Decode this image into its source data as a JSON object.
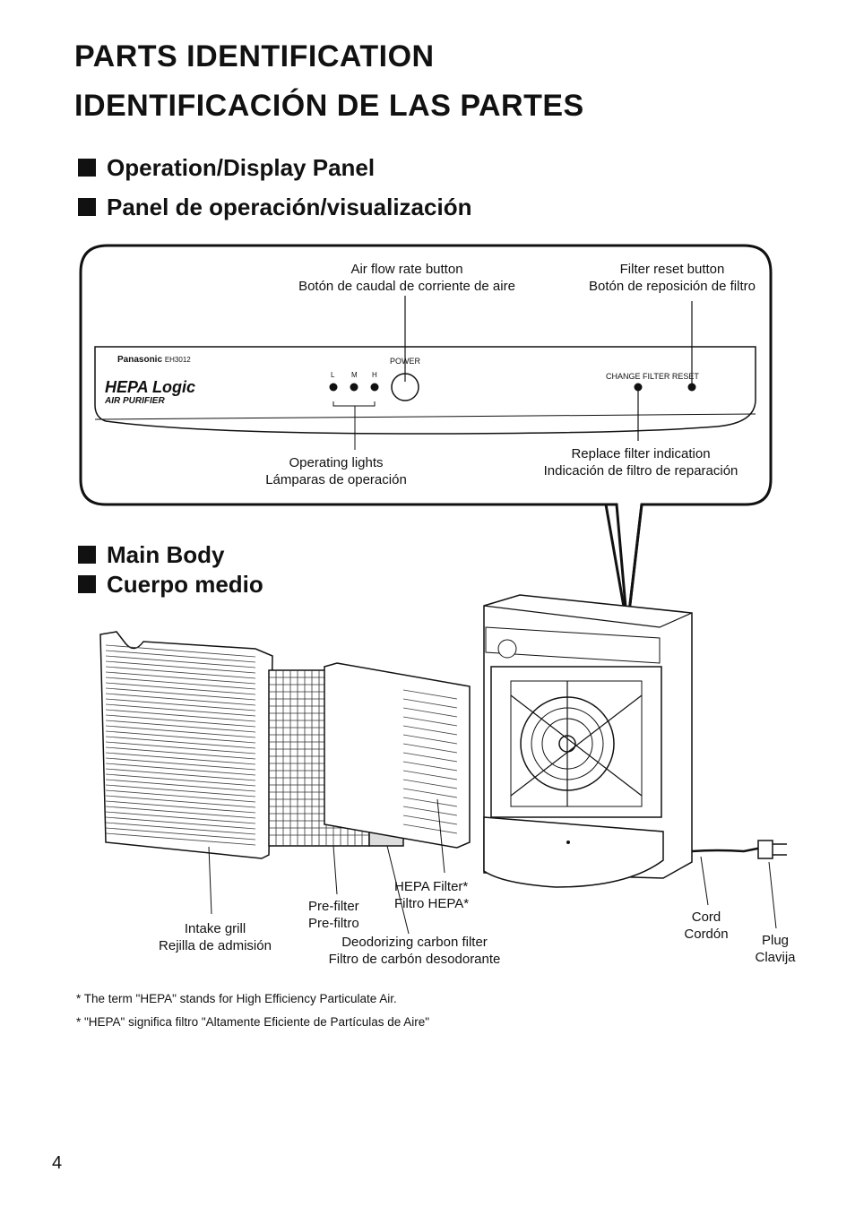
{
  "titles": {
    "main_en": "PARTS IDENTIFICATION",
    "main_es": "IDENTIFICACIÓN DE LAS PARTES"
  },
  "sections": {
    "panel_en": "Operation/Display Panel",
    "panel_es": "Panel de operación/visualización",
    "body_en": "Main Body",
    "body_es": "Cuerpo medio"
  },
  "panel": {
    "brand": "Panasonic",
    "model": "EH3012",
    "logo_line1": "HEPA Logic",
    "logo_line2": "AIR PURIFIER",
    "power": "POWER",
    "l": "L",
    "m": "M",
    "h": "H",
    "change_filter_reset": "CHANGE FILTER RESET"
  },
  "callouts": {
    "air_flow_en": "Air flow rate button",
    "air_flow_es": "Botón de caudal de corriente de aire",
    "filter_reset_en": "Filter reset button",
    "filter_reset_es": "Botón de reposición de filtro",
    "operating_lights_en": "Operating lights",
    "operating_lights_es": "Lámparas de operación",
    "replace_filter_en": "Replace filter indication",
    "replace_filter_es": "Indicación de filtro de reparación"
  },
  "parts": {
    "hepa_en": "HEPA Filter*",
    "hepa_es": "Filtro HEPA*",
    "prefilter_en": "Pre-filter",
    "prefilter_es": "Pre-filtro",
    "intake_en": "Intake grill",
    "intake_es": "Rejilla de admisión",
    "carbon_en": "Deodorizing carbon filter",
    "carbon_es": "Filtro de carbón desodorante",
    "cord_en": "Cord",
    "cord_es": "Cordón",
    "plug_en": "Plug",
    "plug_es": "Clavija"
  },
  "footnotes": {
    "en": "* The term \"HEPA\" stands for High Efficiency Particulate Air.",
    "es": "* \"HEPA\" significa filtro \"Altamente Eficiente de Partículas de Aire\""
  },
  "page_number": "4"
}
